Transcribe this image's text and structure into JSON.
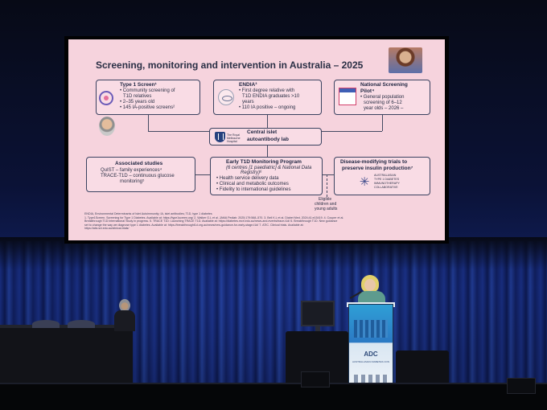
{
  "slide": {
    "title": "Screening, monitoring and intervention in Australia – 2025",
    "type1_screen": {
      "title": "Type 1 Screen¹",
      "bullets": [
        "Community screening of",
        "T1D relatives",
        "2–35 years old",
        "145 IA-positive screens²"
      ]
    },
    "endia": {
      "title": "ENDIA³",
      "bullets": [
        "First degree relative with",
        "T1D ENDIA graduates >10",
        "years",
        "110 IA positive – ongoing"
      ]
    },
    "nsp": {
      "title": "National Screening",
      "title2": "Pilot⁴",
      "icon_label": "National Screening Pilot",
      "bullets": [
        "General population",
        "screening of 6–12",
        "year olds – 2026 –"
      ]
    },
    "central_lab": {
      "logo_text": "The Royal Melbourne Hospital",
      "title": "Central islet",
      "title2": "autoantibody lab"
    },
    "associated": {
      "title": "Associated studies",
      "lines": [
        "QuIST – family experiences⁴",
        "TRACE-T1D – continuous glucose",
        "monitoring⁵"
      ]
    },
    "monitoring": {
      "title": "Early T1D Monitoring Program",
      "subtitle": "(6 centres [1 paediatric] & National Data",
      "subtitle2": "Registry)⁶",
      "bullets": [
        "Health service delivery data",
        "Clinical and metabolic outcomes",
        "Fidelity to international guidelines"
      ]
    },
    "trials": {
      "title": "Disease-modifying trials to",
      "title2": "preserve insulin production⁷",
      "logo_lines": [
        "AUSTRALASIAN",
        "TYPE 1 DIABETES",
        "IMMUNOTHERAPY",
        "COLLABORATIVE"
      ]
    },
    "eligible": [
      "Eligible",
      "children and",
      "young adults"
    ],
    "footnotes": [
      "ENDIA, Environmental Determinants of Islet Autoimmunity; IA, islet antibodies; T1D, type 1 diabetes",
      "1. Type1Screen. Screening for Type 1 Diabetes. Available at: https://type1screen.org/ 2. Walker G.L et al. JAMA Pediatr. 2025;179:568–570. 3. Bell K.L et al. Diabet Med. 2024;41:e15419. 4. Couper et al.",
      "Breakthrough T1D International Study in progress. 5. TRACE T1D: Launching TRACE T1D. Available at: https://diabetes.mcri.edu.au/news-and-events/trace-t1d/ 6. Breakthrough T1D. New guidance",
      "set to change the way we diagnose type 1 diabetes. Available at: https://breakthrought1d.org.au/news/new-guidance-for-early-stage-t1d/ 7. ATIC. Clinical trials. Available at:",
      "https://atic.svi.edu.au/clinical-trials/"
    ]
  },
  "podium": {
    "logo": "ADC",
    "sub": "AUSTRALASIAN DIABETES CONGRESS"
  },
  "colors": {
    "slide_bg": "#f6d3dd",
    "stage_blue": "#10205e",
    "podium_blue": "#2b79c4"
  }
}
